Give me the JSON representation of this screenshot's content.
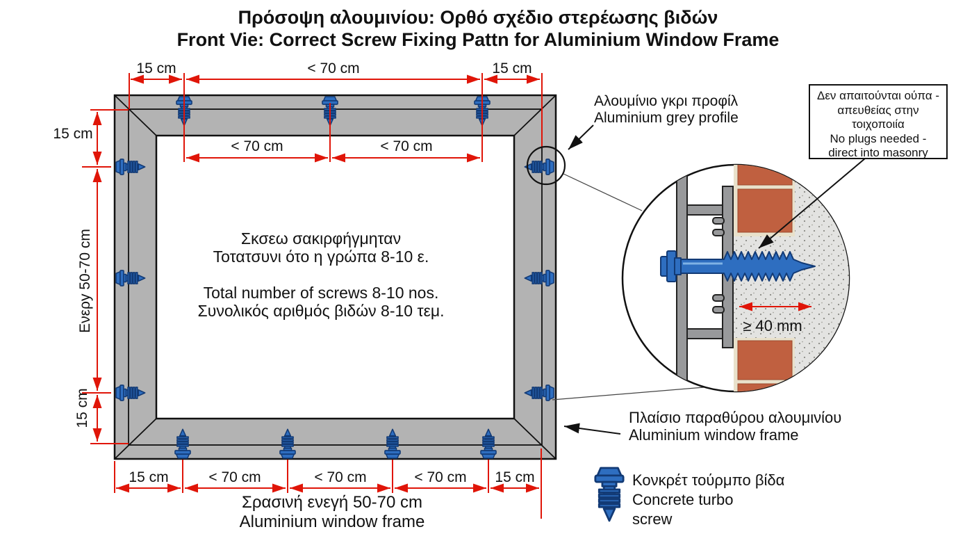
{
  "title": {
    "el": "Πρόσοψη αλουμινίου: Ορθό σχέδιο στερέωσης βιδών",
    "en": "Front Vie: Correct Screw Fixing Pattn for Aluminium Window Frame"
  },
  "dims": {
    "top_outer": [
      "15 cm",
      "< 70 cm",
      "15 cm"
    ],
    "top_inner": [
      "< 70 cm",
      "< 70 cm"
    ],
    "bottom": [
      "15 cm",
      "< 70 cm",
      "< 70 cm",
      "< 70 cm",
      "15 cm"
    ],
    "left_top": "15 cm",
    "left_middle": "Ενερy 50-70 cm",
    "left_bottom": "15 cm",
    "embedment": "≥ 40 mm"
  },
  "frame_center_text": {
    "el_line1": "Σκσεω σακιρφήγμηταν",
    "el_line2": "Τοτατσυνι ότο η γρώπα 8-10 ε.",
    "en_line": "Total number of screws 8-10 nos.",
    "el_line3": "Συνολικός αριθμός βιδών 8-10 τεμ."
  },
  "labels": {
    "profile": {
      "el": "Αλουμίνιο γκρι προφίλ",
      "en": "Aluminium grey profile"
    },
    "callout": {
      "el_line1": "Δεν απαιτούνται ούπα -",
      "el_line2": "απευθείας στην",
      "el_line3": "τοιχοποιία",
      "en_line1": "No plugs needed -",
      "en_line2": "direct into masonry"
    },
    "window_frame": {
      "el": "Πλαίσιο παραθύρου αλουμινίου",
      "en": "Aluminium window frame"
    },
    "legend": {
      "el": "Κονκρέτ τούρμπο βίδα",
      "en_line1": "Concrete turbo",
      "en_line2": "screw"
    },
    "bottom_caption": {
      "el": "Σρασινή ενεγή 50-70 cm",
      "en": "Aluminium window frame"
    }
  },
  "colors": {
    "dimension_red": "#e01508",
    "screw_blue": "#2e6ec0",
    "screw_blue_dark": "#123a75",
    "frame_grey": "#b3b3b3",
    "brick": "#c06040",
    "mortar": "#e9e1cb",
    "concrete": "#e3e3e1",
    "outline": "#111111"
  },
  "icons": {
    "legend_icon": "concrete-turbo-screw-icon"
  }
}
